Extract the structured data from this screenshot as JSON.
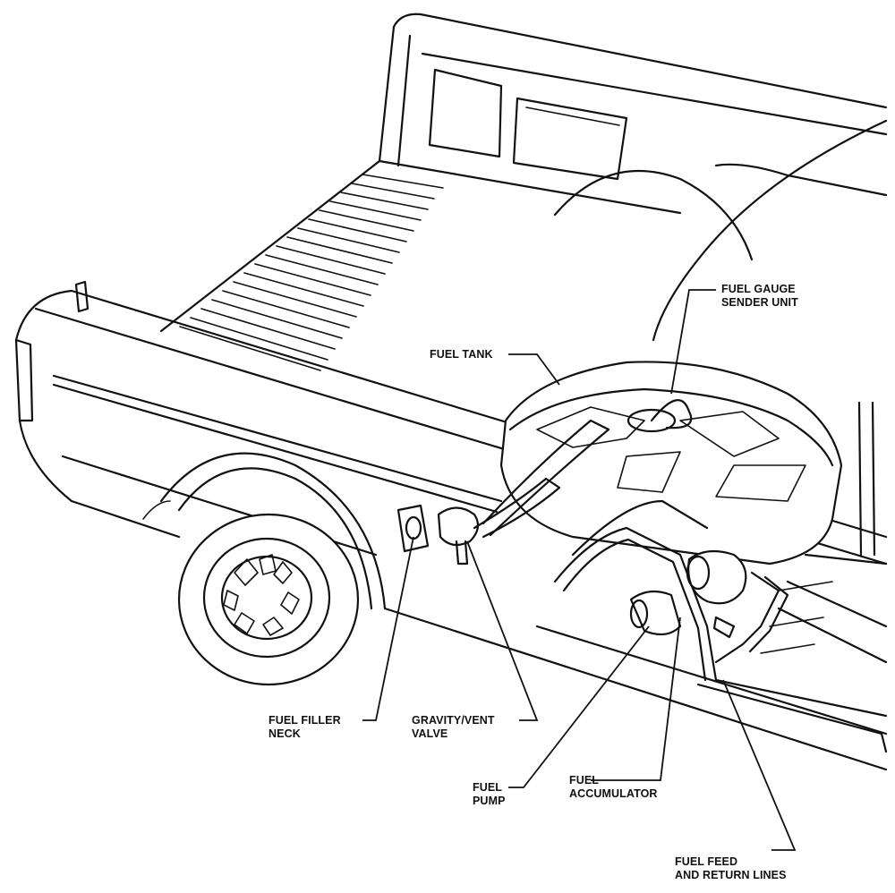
{
  "labels": {
    "fuel_gauge_sender": {
      "line1": "FUEL GAUGE",
      "line2": "SENDER UNIT"
    },
    "fuel_tank": "FUEL TANK",
    "fuel_filler_neck": {
      "line1": "FUEL FILLER",
      "line2": "NECK"
    },
    "gravity_vent_valve": {
      "line1": "GRAVITY/VENT",
      "line2": "VALVE"
    },
    "fuel_pump": {
      "line1": "FUEL",
      "line2": "PUMP"
    },
    "fuel_accumulator": {
      "line1": "FUEL",
      "line2": "ACCUMULATOR"
    },
    "fuel_lines": {
      "line1": "FUEL FEED",
      "line2": "AND RETURN LINES"
    }
  }
}
